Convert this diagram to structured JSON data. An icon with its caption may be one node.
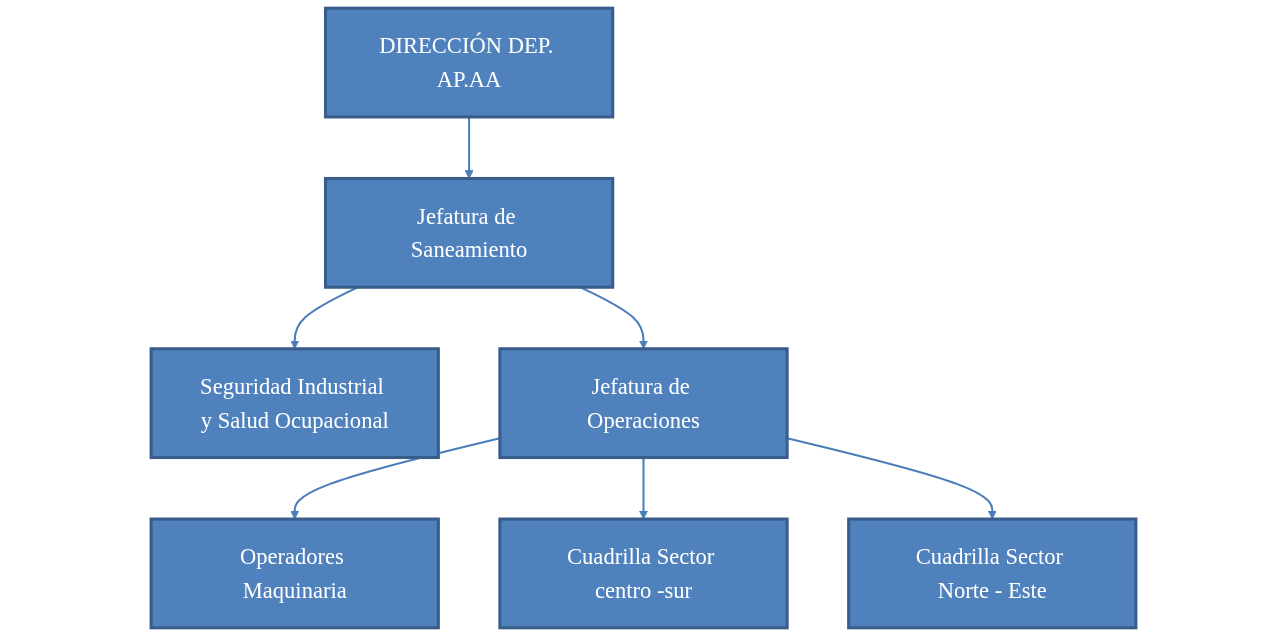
{
  "diagram": {
    "nodes": [
      {
        "text": [
          "DIRECCIÓN DEP. AP.AA"
        ]
      },
      {
        "text": [
          "Jefatura de Saneamiento"
        ]
      },
      {
        "text": [
          "Seguridad Industrial y Salud Ocupacional"
        ]
      },
      {
        "text": [
          "Jefatura de Operaciones"
        ]
      },
      {
        "text": [
          "Operadores Maquinaria"
        ]
      },
      {
        "text": [
          "Cuadrilla Sector centro -sur"
        ]
      },
      {
        "text": [
          "Cuadrilla Sector Norte - Este"
        ]
      }
    ],
    "edges": [
      {
        "from": 0,
        "to": 1,
        "arrow": "to"
      },
      {
        "from": 1,
        "to": 2,
        "arrow": "to"
      },
      {
        "from": 1,
        "to": 3,
        "arrow": "to"
      },
      {
        "from": 3,
        "to": 4,
        "arrow": "to"
      },
      {
        "from": 3,
        "to": 5,
        "arrow": "to"
      },
      {
        "from": 3,
        "to": 6,
        "arrow": "to"
      }
    ]
  }
}
